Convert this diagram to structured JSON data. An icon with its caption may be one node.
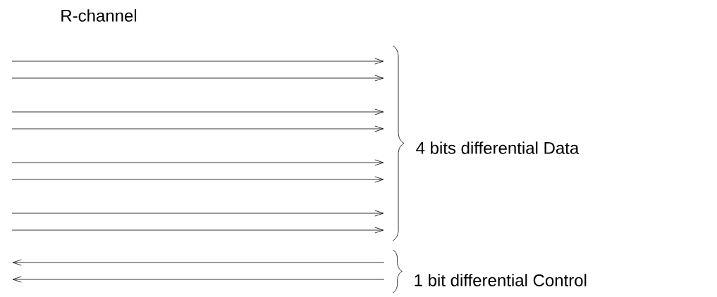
{
  "diagram": {
    "labels": [
      "R-channel",
      "4 bits differential Data",
      "1 bit differential Control"
    ]
  }
}
